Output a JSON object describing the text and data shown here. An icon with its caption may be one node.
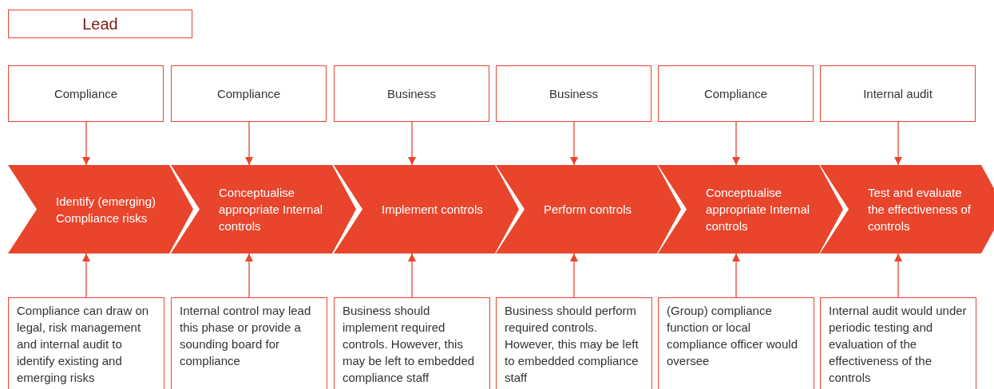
{
  "diagram": {
    "nodes": [
      {
        "text": [
          "Lead"
        ]
      },
      {
        "text": [
          "Compliance"
        ]
      },
      {
        "text": [
          "Compliance"
        ]
      },
      {
        "text": [
          "Business"
        ]
      },
      {
        "text": [
          "Business"
        ]
      },
      {
        "text": [
          "Compliance"
        ]
      },
      {
        "text": [
          "Internal audit"
        ]
      },
      {
        "text": [
          "Identify (emerging) Compliance risks"
        ]
      },
      {
        "text": [
          "Conceptualise appropriate Internal controls"
        ]
      },
      {
        "text": [
          "Implement controls"
        ]
      },
      {
        "text": [
          "Perform controls"
        ]
      },
      {
        "text": [
          "Conceptualise appropriate Internal controls"
        ]
      },
      {
        "text": [
          "Test and evaluate the effectiveness of controls"
        ]
      },
      {
        "text": [
          "Compliance can draw on legal, risk management and internal audit to identify existing and emerging risks"
        ]
      },
      {
        "text": [
          "Internal control may lead this phase or provide a sounding board for compliance"
        ]
      },
      {
        "text": [
          "Business should implement required controls. However, this may be left to embedded compliance staff"
        ]
      },
      {
        "text": [
          "Business should perform required controls. However, this may be left to embedded compliance staff"
        ]
      },
      {
        "text": [
          "(Group) compliance function or local compliance officer would oversee"
        ]
      },
      {
        "text": [
          "Internal audit would under periodic testing and evaluation of the effectiveness of the controls"
        ]
      }
    ],
    "edges": [
      {
        "from": 1,
        "to": 7,
        "arrow": "to"
      },
      {
        "from": 2,
        "to": 8,
        "arrow": "to"
      },
      {
        "from": 3,
        "to": 9,
        "arrow": "to"
      },
      {
        "from": 4,
        "to": 10,
        "arrow": "to"
      },
      {
        "from": 5,
        "to": 11,
        "arrow": "to"
      },
      {
        "from": 6,
        "to": 12,
        "arrow": "to"
      },
      {
        "from": 13,
        "to": 7,
        "arrow": "to"
      },
      {
        "from": 14,
        "to": 8,
        "arrow": "to"
      },
      {
        "from": 15,
        "to": 9,
        "arrow": "to"
      },
      {
        "from": 16,
        "to": 10,
        "arrow": "to"
      },
      {
        "from": 17,
        "to": 11,
        "arrow": "to"
      },
      {
        "from": 18,
        "to": 12,
        "arrow": "to"
      }
    ]
  }
}
